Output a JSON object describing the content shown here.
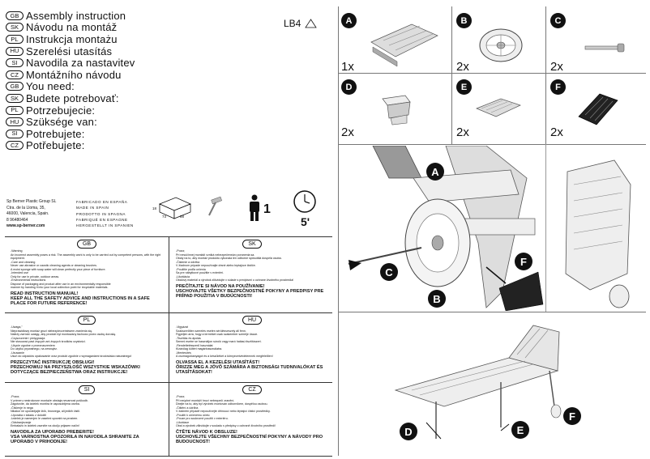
{
  "header": {
    "languages": [
      {
        "code": "GB",
        "title": "Assembly instruction"
      },
      {
        "code": "SK",
        "title": "Návodu na montáž"
      },
      {
        "code": "PL",
        "title": "Instrukcja montażu"
      },
      {
        "code": "HU",
        "title": "Szerelési utasítás"
      },
      {
        "code": "SI",
        "title": "Navodila za nastavitev"
      },
      {
        "code": "CZ",
        "title": "Montážního návodu"
      },
      {
        "code": "GB",
        "title": "You need:"
      },
      {
        "code": "SK",
        "title": "Budete potrebovať:"
      },
      {
        "code": "PL",
        "title": "Potrzebujecie:"
      },
      {
        "code": "HU",
        "title": "Szüksége van:"
      },
      {
        "code": "SI",
        "title": "Potrebujete:"
      },
      {
        "code": "CZ",
        "title": "Potřebujete:"
      }
    ],
    "model": "LB4"
  },
  "company": {
    "lines": [
      "Sp Berner Plastic Group SL",
      "Ctra. de la Lloma, 35,",
      "46000, Valencia, Spain.",
      "8 96480464"
    ],
    "site": "www.sp-berner.com"
  },
  "made_in": [
    "FABRICADO EN ESPAÑA",
    "MADE IN SPAIN",
    "PRODOTTO IN SPAGNA",
    "FABRIQUÉ EN ESPAGNE",
    "HERGESTELLT IN SPANIEN"
  ],
  "needs": {
    "box_dims": [
      "18",
      "73",
      "88"
    ],
    "persons": "1",
    "time": "5'"
  },
  "parts": [
    {
      "label": "A",
      "qty": "1x"
    },
    {
      "label": "B",
      "qty": "2x"
    },
    {
      "label": "C",
      "qty": "2x"
    },
    {
      "label": "D",
      "qty": "2x"
    },
    {
      "label": "E",
      "qty": "2x"
    },
    {
      "label": "F",
      "qty": "2x"
    }
  ],
  "callouts": {
    "a": "A",
    "b": "B",
    "c": "C",
    "f": "F",
    "d": "D",
    "e": "E",
    "f2": "F"
  },
  "notices": [
    {
      "code": "GB",
      "body": "-Warning\nAn incorrect assembly poses a risk. The assembly work is only to be carried out by competent persons, with the right equipment.\n-Care and cleaning\nNever use abrasive or caustic cleaning agents or cleaning brushes.\nA moist sponge with soap water will clean perfectly your piece of furniture.\n-Intended use\nOnly for use in private, outdoor areas.\n-Environmental instructions\nDispose of packaging and product after use in an environmentally responsible\nmanner by handing it into your local collection point for recyclable materials.",
      "warn": "READ INSTRUCTION MANUAL!\nKEEP ALL THE SAFETY ADVICE AND INSTRUCTIONS IN A SAFE PLACE FOR FUTURE REFERENCE!"
    },
    {
      "code": "SK",
      "body": "-Pozor,\nPri nesúčinnej montáži vzniká nebezpečenstvo poranenia sa.\nObaly na to, aby montáž produktu vykonala len odborne spôsobilá dospelá osoba.\n-Čistenie a údržba\nV žiadnom prípade nepoužívajte drsné alebo leptajúce čističe.\n-Použitie podľa určenia\nSa pre nábytkové použitie v exteriéri.\n-Likvidácia\nObalový materiál a výrobok zlikvidujte v súlade s predpismi o ochrane životného prostredia!",
      "warn": "PREČÍTAJTE SI NÁVOD NA POUŽÍVANIE!\nUSCHOVAJTE VŠETKY BEZPEČNOSTNÉ POKYNY A PREDPISY PRE PRÍPAD POUŽITIA V BUDÚCNOSTI!"
    },
    {
      "code": "PL",
      "body": "-Uwaga,\"\nNieprawidłowy montaż grozi niebezpieczeństwem zranienia się.\nNależy zwrócić uwagę, aby produkt był montowany fachowo przez osobę dorosłą.\n-Czyszczenie i pielęgnacja\nNie stosować past żrących ani żrących środków czystości.\n-Użycie zgodne z przeznaczeniem\nDo użytku prywatnego, na zewnątrz.\n-Usuwanie\nUsuń do odpadów opakowanie oraz produkt zgodnie z wymaganiami środowiska naturalnego!",
      "warn": "PRZECZYTAĆ INSTRUKCJĘ OBSŁUGI!\nPRZECHOWUJ NA PRZYSZŁOŚĆ WSZYSTKIE WSKAZÓWKI DOTYCZĄCE BEZPIECZEŃSTWA ORAZ INSTRUKCJE!"
    },
    {
      "code": "HU",
      "body": "-Vigyázat\nSzakszerűtlen szerelés esetén sérülésveszély áll fenn.\nFigyeljen arra, hogy a terméket csak szakember szerelje össze.\n-Tisztítás és ápolás\nSemmi esetre se használjon súroló vagy maró hatású tisztítószert.\n-Rendeltetésszerű használat\nKizárólag kültéri magánhasználatra.\n-Mentesítés\nA csomagolóanyagot és a készüléket a környezetvédelemnek megfelelően!",
      "warn": "OLVASSA EL A KEZELÉSI UTASÍTÁST!\nŐRIZZE MEG A JÖVŐ SZÁMÁRA A BIZTONSÁGI TUDNIVALÓKAT ÉS UTASÍTÁSOKAT!"
    },
    {
      "code": "SI",
      "body": "-Pozor,\nV primeru nestrokovne montaže obstaja nevarnost poškodb.\nZagotovite, da izdelek montira le usposobljena oseba.\n-Čiščenje in nega\nNikakor ne uporabljajte žičk, brusnega, ali jedkih čistil.\n-Uporaba v skladu z določili\n-Izdelek je namenjen le zasebni uporabi na prostem.\n-Odstranjevanje\nEmbalažo in izdelek zavrzite na okolju prijazen način!",
      "warn": "NAVODILA ZA UPORABO PREBERITE!\nVSA VARNOSTNA OPOZORILA IN NAVODILA SHRANITE ZA UPORABO V PRIHODNJE!"
    },
    {
      "code": "CZ",
      "body": "-Pozor,\nPři neúplné montáži hrozí nebezpečí zranění.\nDbejte na to, aby byl výrobek montován odborníkem, dospělou osobou.\n-Čištění a údržba\nV žádném případě nepoužívejte drhnoucí nebo leptající čisticí prostředky.\n-Použití k určenému účelu\n-Pouze pro soukromé použití v exteriéru.\n-Likvidace\nObal a výrobek zlikvidujte v souladu s předpisy o ochraně životního prostředí!",
      "warn": "ČTĚTE NÁVOD K OBSLUZE!\nUSCHOVEJTE VŠECHNY BEZPEČNOSTNÍ POKYNY A NÁVODY PRO BUDOUCNOST!"
    }
  ]
}
